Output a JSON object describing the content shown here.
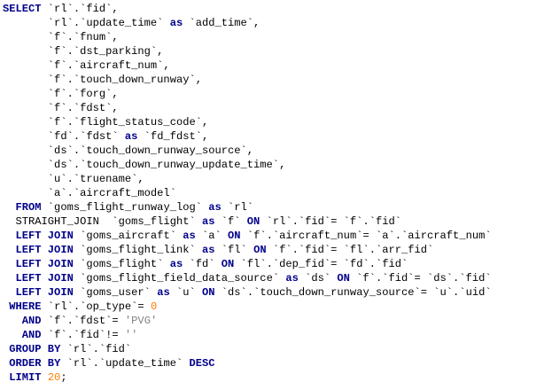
{
  "colors": {
    "background": "#ffffff",
    "keyword": "#00008b",
    "identifier": "#000000",
    "number": "#ff7f00",
    "string": "#848484"
  },
  "lines": [
    [
      {
        "t": "SELECT",
        "k": "keyword"
      },
      {
        "t": " `rl`.`fid`,",
        "k": "plain"
      }
    ],
    [
      {
        "t": "       `rl`.`update_time` ",
        "k": "plain"
      },
      {
        "t": "as",
        "k": "keyword"
      },
      {
        "t": " `add_time`,",
        "k": "plain"
      }
    ],
    [
      {
        "t": "       `f`.`fnum`,",
        "k": "plain"
      }
    ],
    [
      {
        "t": "       `f`.`dst_parking`,",
        "k": "plain"
      }
    ],
    [
      {
        "t": "       `f`.`aircraft_num`,",
        "k": "plain"
      }
    ],
    [
      {
        "t": "       `f`.`touch_down_runway`,",
        "k": "plain"
      }
    ],
    [
      {
        "t": "       `f`.`forg`,",
        "k": "plain"
      }
    ],
    [
      {
        "t": "       `f`.`fdst`,",
        "k": "plain"
      }
    ],
    [
      {
        "t": "       `f`.`flight_status_code`,",
        "k": "plain"
      }
    ],
    [
      {
        "t": "       `fd`.`fdst` ",
        "k": "plain"
      },
      {
        "t": "as",
        "k": "keyword"
      },
      {
        "t": " `fd_fdst`,",
        "k": "plain"
      }
    ],
    [
      {
        "t": "       `ds`.`touch_down_runway_source`,",
        "k": "plain"
      }
    ],
    [
      {
        "t": "       `ds`.`touch_down_runway_update_time`,",
        "k": "plain"
      }
    ],
    [
      {
        "t": "       `u`.`truename`,",
        "k": "plain"
      }
    ],
    [
      {
        "t": "       `a`.`aircraft_model`",
        "k": "plain"
      }
    ],
    [
      {
        "t": "  ",
        "k": "plain"
      },
      {
        "t": "FROM",
        "k": "keyword"
      },
      {
        "t": " `goms_flight_runway_log` ",
        "k": "plain"
      },
      {
        "t": "as",
        "k": "keyword"
      },
      {
        "t": " `rl`",
        "k": "plain"
      }
    ],
    [
      {
        "t": "  STRAIGHT_JOIN  `goms_flight` ",
        "k": "plain"
      },
      {
        "t": "as",
        "k": "keyword"
      },
      {
        "t": " `f` ",
        "k": "plain"
      },
      {
        "t": "ON",
        "k": "keyword"
      },
      {
        "t": " `rl`.`fid`= `f`.`fid`",
        "k": "plain"
      }
    ],
    [
      {
        "t": "  ",
        "k": "plain"
      },
      {
        "t": "LEFT JOIN",
        "k": "keyword"
      },
      {
        "t": " `goms_aircraft` ",
        "k": "plain"
      },
      {
        "t": "as",
        "k": "keyword"
      },
      {
        "t": " `a` ",
        "k": "plain"
      },
      {
        "t": "ON",
        "k": "keyword"
      },
      {
        "t": " `f`.`aircraft_num`= `a`.`aircraft_num`",
        "k": "plain"
      }
    ],
    [
      {
        "t": "  ",
        "k": "plain"
      },
      {
        "t": "LEFT JOIN",
        "k": "keyword"
      },
      {
        "t": " `goms_flight_link` ",
        "k": "plain"
      },
      {
        "t": "as",
        "k": "keyword"
      },
      {
        "t": " `fl` ",
        "k": "plain"
      },
      {
        "t": "ON",
        "k": "keyword"
      },
      {
        "t": " `f`.`fid`= `fl`.`arr_fid`",
        "k": "plain"
      }
    ],
    [
      {
        "t": "  ",
        "k": "plain"
      },
      {
        "t": "LEFT JOIN",
        "k": "keyword"
      },
      {
        "t": " `goms_flight` ",
        "k": "plain"
      },
      {
        "t": "as",
        "k": "keyword"
      },
      {
        "t": " `fd` ",
        "k": "plain"
      },
      {
        "t": "ON",
        "k": "keyword"
      },
      {
        "t": " `fl`.`dep_fid`= `fd`.`fid`",
        "k": "plain"
      }
    ],
    [
      {
        "t": "  ",
        "k": "plain"
      },
      {
        "t": "LEFT JOIN",
        "k": "keyword"
      },
      {
        "t": " `goms_flight_field_data_source` ",
        "k": "plain"
      },
      {
        "t": "as",
        "k": "keyword"
      },
      {
        "t": " `ds` ",
        "k": "plain"
      },
      {
        "t": "ON",
        "k": "keyword"
      },
      {
        "t": " `f`.`fid`= `ds`.`fid`",
        "k": "plain"
      }
    ],
    [
      {
        "t": "  ",
        "k": "plain"
      },
      {
        "t": "LEFT JOIN",
        "k": "keyword"
      },
      {
        "t": " `goms_user` ",
        "k": "plain"
      },
      {
        "t": "as",
        "k": "keyword"
      },
      {
        "t": " `u` ",
        "k": "plain"
      },
      {
        "t": "ON",
        "k": "keyword"
      },
      {
        "t": " `ds`.`touch_down_runway_source`= `u`.`uid`",
        "k": "plain"
      }
    ],
    [
      {
        "t": " ",
        "k": "plain"
      },
      {
        "t": "WHERE",
        "k": "keyword"
      },
      {
        "t": " `rl`.`op_type`= ",
        "k": "plain"
      },
      {
        "t": "0",
        "k": "number"
      }
    ],
    [
      {
        "t": "   ",
        "k": "plain"
      },
      {
        "t": "AND",
        "k": "keyword"
      },
      {
        "t": " `f`.`fdst`= ",
        "k": "plain"
      },
      {
        "t": "'PVG'",
        "k": "string"
      }
    ],
    [
      {
        "t": "   ",
        "k": "plain"
      },
      {
        "t": "AND",
        "k": "keyword"
      },
      {
        "t": " `f`.`fid`!= ",
        "k": "plain"
      },
      {
        "t": "''",
        "k": "string"
      }
    ],
    [
      {
        "t": " ",
        "k": "plain"
      },
      {
        "t": "GROUP BY",
        "k": "keyword"
      },
      {
        "t": " `rl`.`fid`",
        "k": "plain"
      }
    ],
    [
      {
        "t": " ",
        "k": "plain"
      },
      {
        "t": "ORDER BY",
        "k": "keyword"
      },
      {
        "t": " `rl`.`update_time` ",
        "k": "plain"
      },
      {
        "t": "DESC",
        "k": "keyword"
      }
    ],
    [
      {
        "t": " ",
        "k": "plain"
      },
      {
        "t": "LIMIT",
        "k": "keyword"
      },
      {
        "t": " ",
        "k": "plain"
      },
      {
        "t": "20",
        "k": "number"
      },
      {
        "t": ";",
        "k": "plain"
      }
    ]
  ]
}
